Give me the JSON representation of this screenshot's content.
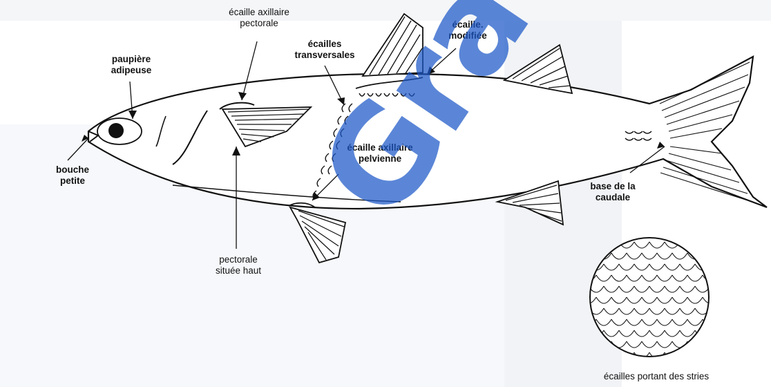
{
  "labels": {
    "ecaille_axillaire_pectorale": "écaille axillaire\npectorale",
    "ecaille_modifiee": "écaille.\nmodifiée",
    "paupiere_adipeuse": "paupière\nadipeuse",
    "ecailles_transversales": "écailles\ntransversales",
    "bouche_petite": "bouche\npetite",
    "ecaille_axillaire_pelvienne": "écaille axillaire\npelvienne",
    "base_caudale": "base de la\ncaudale",
    "pectorale_haut": "pectorale\nsituée haut",
    "stries": "écailles portant des stries"
  },
  "watermark": "Gratuit.c",
  "colors": {
    "ink": "#111111",
    "watermark": "#1c58c8",
    "panel": "#eef1f5"
  }
}
